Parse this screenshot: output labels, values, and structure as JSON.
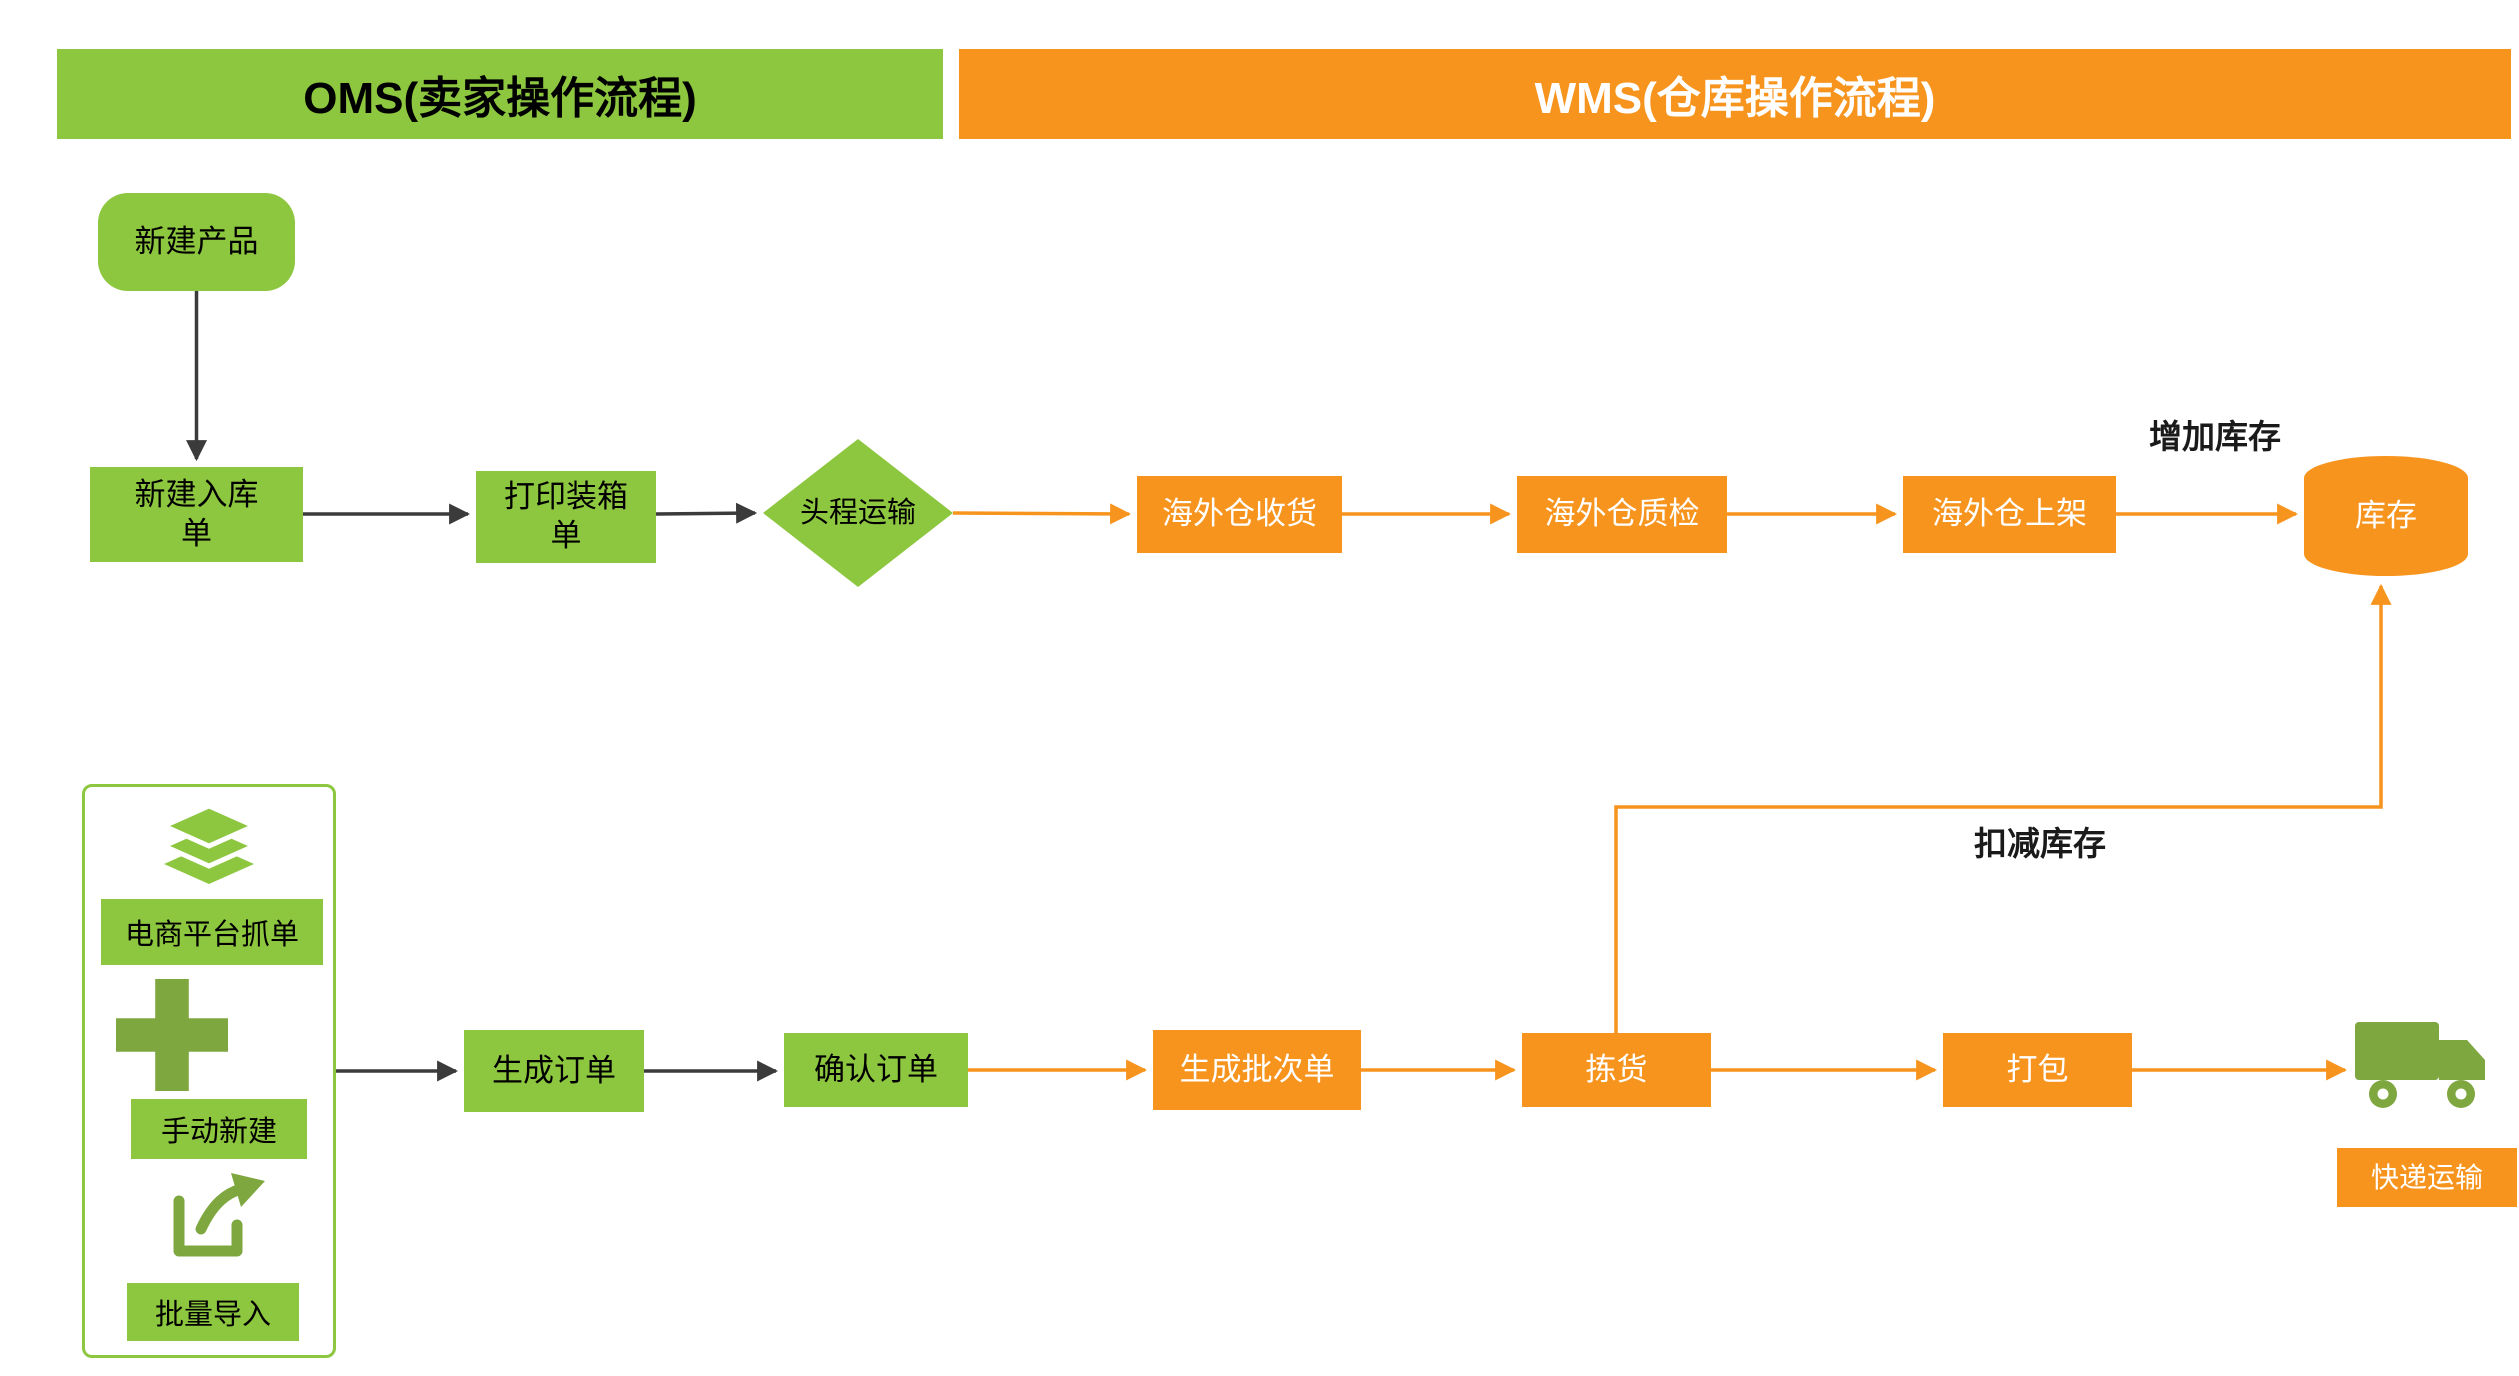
{
  "colors": {
    "green": "#8DC63F",
    "orange": "#F7941D",
    "arrow_black": "#3B3B3B",
    "node_text_on_orange": "#FFFFFF",
    "node_text_on_green": "#000000"
  },
  "headers": {
    "oms": "OMS(卖家操作流程)",
    "wms": "WMS(仓库操作流程)"
  },
  "labels": {
    "increase_inventory": "增加库存",
    "deduct_inventory": "扣减库存"
  },
  "oms_flow": {
    "new_product": "新建产品",
    "new_inbound_order": "新建入库单",
    "print_packing_list": "打印装箱单",
    "first_leg_transport": "头程运输",
    "generate_order": "生成订单",
    "confirm_order": "确认订单"
  },
  "order_sources": {
    "platform_grab": "电商平台抓单",
    "manual_create": "手动新建",
    "batch_import": "批量导入"
  },
  "wms_flow": {
    "overseas_receive": "海外仓收货",
    "overseas_qc": "海外仓质检",
    "overseas_shelve": "海外仓上架",
    "inventory": "库存",
    "generate_batch": "生成批次单",
    "picking": "拣货",
    "packing": "打包",
    "express_transport": "快递运输"
  },
  "icons": {
    "layers": "layers-icon",
    "plus": "plus-icon",
    "export": "export-icon",
    "truck": "truck-icon"
  }
}
